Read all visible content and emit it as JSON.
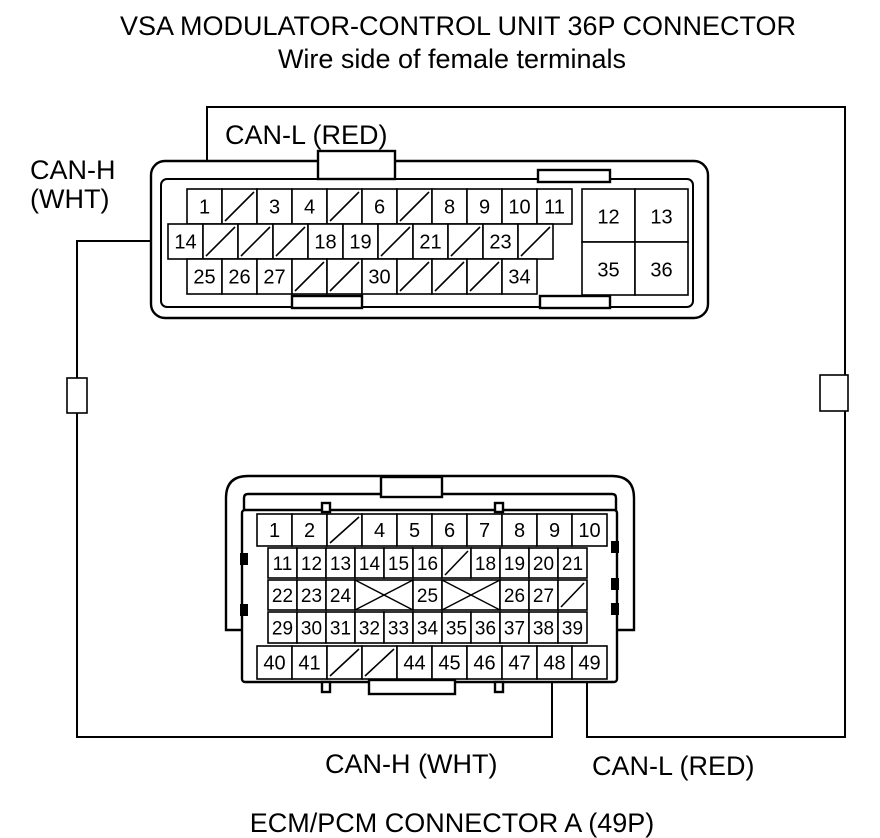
{
  "title": {
    "line1": "VSA MODULATOR-CONTROL UNIT 36P CONNECTOR",
    "line2": "Wire side of female terminals"
  },
  "vsa_connector": {
    "row1": [
      {
        "pin": "1",
        "blank": false
      },
      {
        "pin": "",
        "blank": true
      },
      {
        "pin": "3",
        "blank": false
      },
      {
        "pin": "4",
        "blank": false
      },
      {
        "pin": "",
        "blank": true
      },
      {
        "pin": "6",
        "blank": false
      },
      {
        "pin": "",
        "blank": true
      },
      {
        "pin": "8",
        "blank": false
      },
      {
        "pin": "9",
        "blank": false
      },
      {
        "pin": "10",
        "blank": false
      },
      {
        "pin": "11",
        "blank": false
      }
    ],
    "row2": [
      {
        "pin": "14",
        "blank": false
      },
      {
        "pin": "",
        "blank": true
      },
      {
        "pin": "",
        "blank": true
      },
      {
        "pin": "",
        "blank": true
      },
      {
        "pin": "18",
        "blank": false
      },
      {
        "pin": "19",
        "blank": false
      },
      {
        "pin": "",
        "blank": true
      },
      {
        "pin": "21",
        "blank": false
      },
      {
        "pin": "",
        "blank": true
      },
      {
        "pin": "23",
        "blank": false
      },
      {
        "pin": "",
        "blank": true
      }
    ],
    "row3": [
      {
        "pin": "25",
        "blank": false
      },
      {
        "pin": "26",
        "blank": false
      },
      {
        "pin": "27",
        "blank": false
      },
      {
        "pin": "",
        "blank": true
      },
      {
        "pin": "",
        "blank": true
      },
      {
        "pin": "30",
        "blank": false
      },
      {
        "pin": "",
        "blank": true
      },
      {
        "pin": "",
        "blank": true
      },
      {
        "pin": "",
        "blank": true
      },
      {
        "pin": "34",
        "blank": false
      }
    ],
    "large": [
      {
        "pin": "12"
      },
      {
        "pin": "13"
      },
      {
        "pin": "35"
      },
      {
        "pin": "36"
      }
    ]
  },
  "ecm_connector": {
    "row1": [
      {
        "pin": "1",
        "blank": false
      },
      {
        "pin": "2",
        "blank": false
      },
      {
        "pin": "",
        "blank": true
      },
      {
        "pin": "4",
        "blank": false
      },
      {
        "pin": "5",
        "blank": false
      },
      {
        "pin": "6",
        "blank": false
      },
      {
        "pin": "7",
        "blank": false
      },
      {
        "pin": "8",
        "blank": false
      },
      {
        "pin": "9",
        "blank": false
      },
      {
        "pin": "10",
        "blank": false
      }
    ],
    "row2": [
      {
        "pin": "11",
        "blank": false
      },
      {
        "pin": "12",
        "blank": false
      },
      {
        "pin": "13",
        "blank": false
      },
      {
        "pin": "14",
        "blank": false
      },
      {
        "pin": "15",
        "blank": false
      },
      {
        "pin": "16",
        "blank": false
      },
      {
        "pin": "",
        "blank": true
      },
      {
        "pin": "18",
        "blank": false
      },
      {
        "pin": "19",
        "blank": false
      },
      {
        "pin": "20",
        "blank": false
      },
      {
        "pin": "21",
        "blank": false
      }
    ],
    "row3": [
      {
        "pin": "22",
        "blank": false
      },
      {
        "pin": "23",
        "blank": false
      },
      {
        "pin": "24",
        "blank": false
      },
      {
        "pin": "",
        "cross": true
      },
      {
        "pin": "25",
        "blank": false
      },
      {
        "pin": "",
        "cross": true
      },
      {
        "pin": "26",
        "blank": false
      },
      {
        "pin": "27",
        "blank": false
      },
      {
        "pin": "",
        "blank": true
      }
    ],
    "row4": [
      {
        "pin": "29",
        "blank": false
      },
      {
        "pin": "30",
        "blank": false
      },
      {
        "pin": "31",
        "blank": false
      },
      {
        "pin": "32",
        "blank": false
      },
      {
        "pin": "33",
        "blank": false
      },
      {
        "pin": "34",
        "blank": false
      },
      {
        "pin": "35",
        "blank": false
      },
      {
        "pin": "36",
        "blank": false
      },
      {
        "pin": "37",
        "blank": false
      },
      {
        "pin": "38",
        "blank": false
      },
      {
        "pin": "39",
        "blank": false
      }
    ],
    "row5": [
      {
        "pin": "40",
        "blank": false
      },
      {
        "pin": "41",
        "blank": false
      },
      {
        "pin": "",
        "blank": true
      },
      {
        "pin": "",
        "blank": true
      },
      {
        "pin": "44",
        "blank": false
      },
      {
        "pin": "45",
        "blank": false
      },
      {
        "pin": "46",
        "blank": false
      },
      {
        "pin": "47",
        "blank": false
      },
      {
        "pin": "48",
        "blank": false
      },
      {
        "pin": "49",
        "blank": false
      }
    ]
  },
  "labels": {
    "can_l_top": "CAN-L (RED)",
    "can_h_left_1": "CAN-H",
    "can_h_left_2": "(WHT)",
    "can_h_bottom": "CAN-H (WHT)",
    "can_l_bottom": "CAN-L (RED)",
    "ecm_title": "ECM/PCM CONNECTOR A (49P)"
  }
}
